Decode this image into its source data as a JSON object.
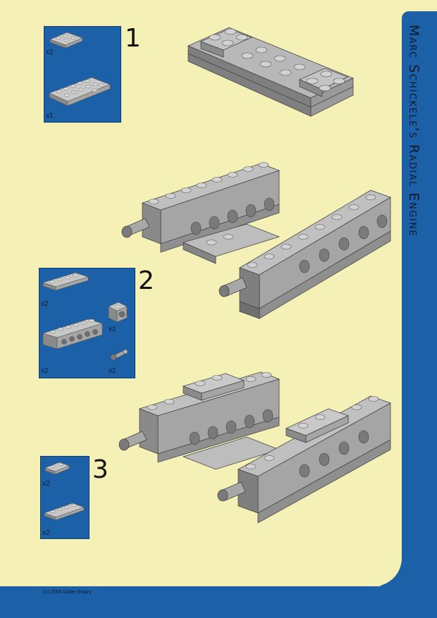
{
  "page": {
    "sidebar_title": "Marc Schickele's Radial Engine",
    "copyright": "(c) 2004  Didier Enjary"
  },
  "colors": {
    "background": "#f4f0b6",
    "accent_blue": "#1c61a8",
    "brick_gray": "#9a9a9a"
  },
  "steps": [
    {
      "number": "1",
      "parts": [
        {
          "qty": "x2",
          "icon": "plate-2x4"
        },
        {
          "qty": "x1",
          "icon": "plate-2x6"
        }
      ]
    },
    {
      "number": "2",
      "parts": [
        {
          "qty": "x2",
          "icon": "plate-1x4"
        },
        {
          "qty": "x2",
          "icon": "technic-brick-1x1"
        },
        {
          "qty": "x2",
          "icon": "technic-brick-1x6"
        },
        {
          "qty": "x2",
          "icon": "axle-pin"
        }
      ]
    },
    {
      "number": "3",
      "parts": [
        {
          "qty": "x2",
          "icon": "plate-1x2"
        },
        {
          "qty": "x2",
          "icon": "plate-1x4"
        }
      ]
    }
  ]
}
